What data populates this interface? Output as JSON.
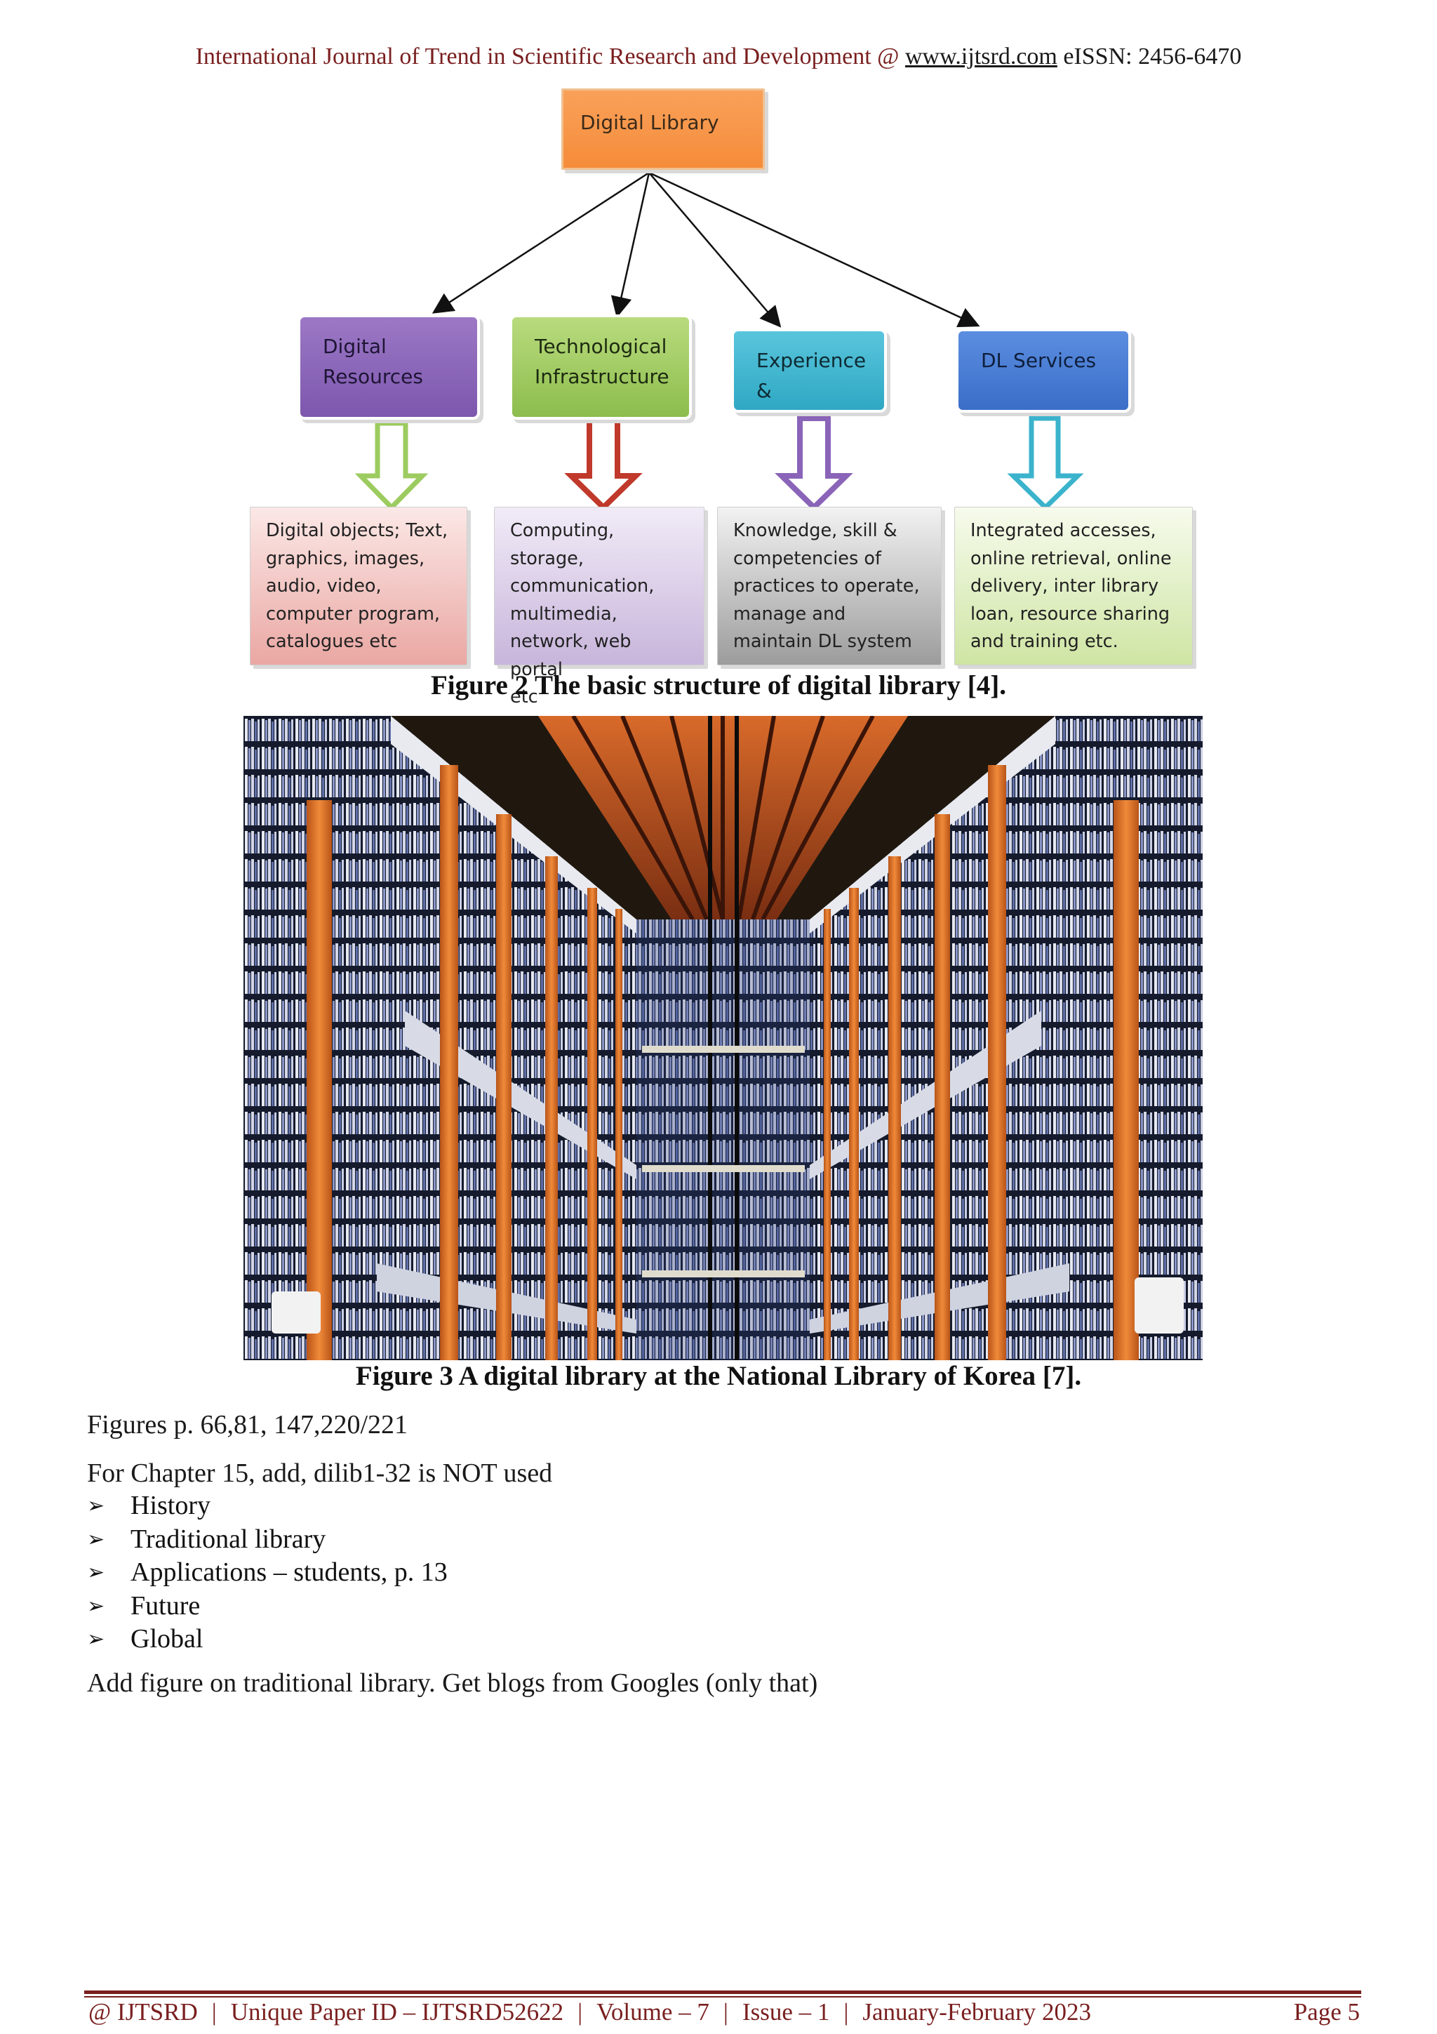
{
  "header": {
    "journal": "International Journal of Trend in Scientific Research and Development @ ",
    "website": "www.ijtsrd.com",
    "issn": " eISSN: 2456-6470"
  },
  "figure2": {
    "top_node": "Digital Library",
    "nodes": [
      {
        "lines": [
          "Digital",
          "Resources"
        ]
      },
      {
        "lines": [
          "Technological",
          "Infrastructure"
        ]
      },
      {
        "lines": [
          "Experience",
          "&"
        ]
      },
      {
        "lines": [
          "DL Services"
        ]
      }
    ],
    "descriptions": [
      {
        "lines": [
          "Digital objects; Text,",
          "graphics, images,",
          "audio, video,",
          "computer program,",
          "catalogues etc"
        ]
      },
      {
        "lines": [
          "Computing, storage,",
          "communication,",
          "multimedia,",
          "network, web portal",
          "etc"
        ]
      },
      {
        "lines": [
          "Knowledge, skill &",
          "competencies of",
          "practices to operate,",
          "manage and",
          "maintain DL system"
        ]
      },
      {
        "lines": [
          "Integrated accesses,",
          "online retrieval, online",
          "delivery, inter library",
          "loan, resource sharing",
          "and training etc."
        ]
      }
    ],
    "colors": {
      "orange": "#f5903f",
      "purple": "#8a64b8",
      "green": "#9ccb5f",
      "teal": "#3bb3cc",
      "blue": "#4a7ed4",
      "red": "#c0392b"
    },
    "caption": "Figure 2 The basic structure of digital library [4]."
  },
  "figure3": {
    "caption": "Figure 3 A digital library at the National Library of Korea [7]."
  },
  "body": {
    "para1": "Figures p. 66,81, 147,220/221",
    "para2": "For Chapter 15, add, dilib1-32 is NOT used",
    "bullet_icon": "arrowhead-bullet-icon",
    "bullets": [
      "History",
      "Traditional library",
      "Applications – students, p. 13",
      "Future",
      "Global"
    ],
    "para3": "Add figure on traditional library. Get blogs from Googles (only that)"
  },
  "footer": {
    "journal": "@ IJTSRD",
    "paper_id": "Unique Paper ID – IJTSRD52622",
    "volume": "Volume – 7",
    "issue": "Issue – 1",
    "date": "January-February 2023",
    "page": "Page 5",
    "separator": "|"
  }
}
